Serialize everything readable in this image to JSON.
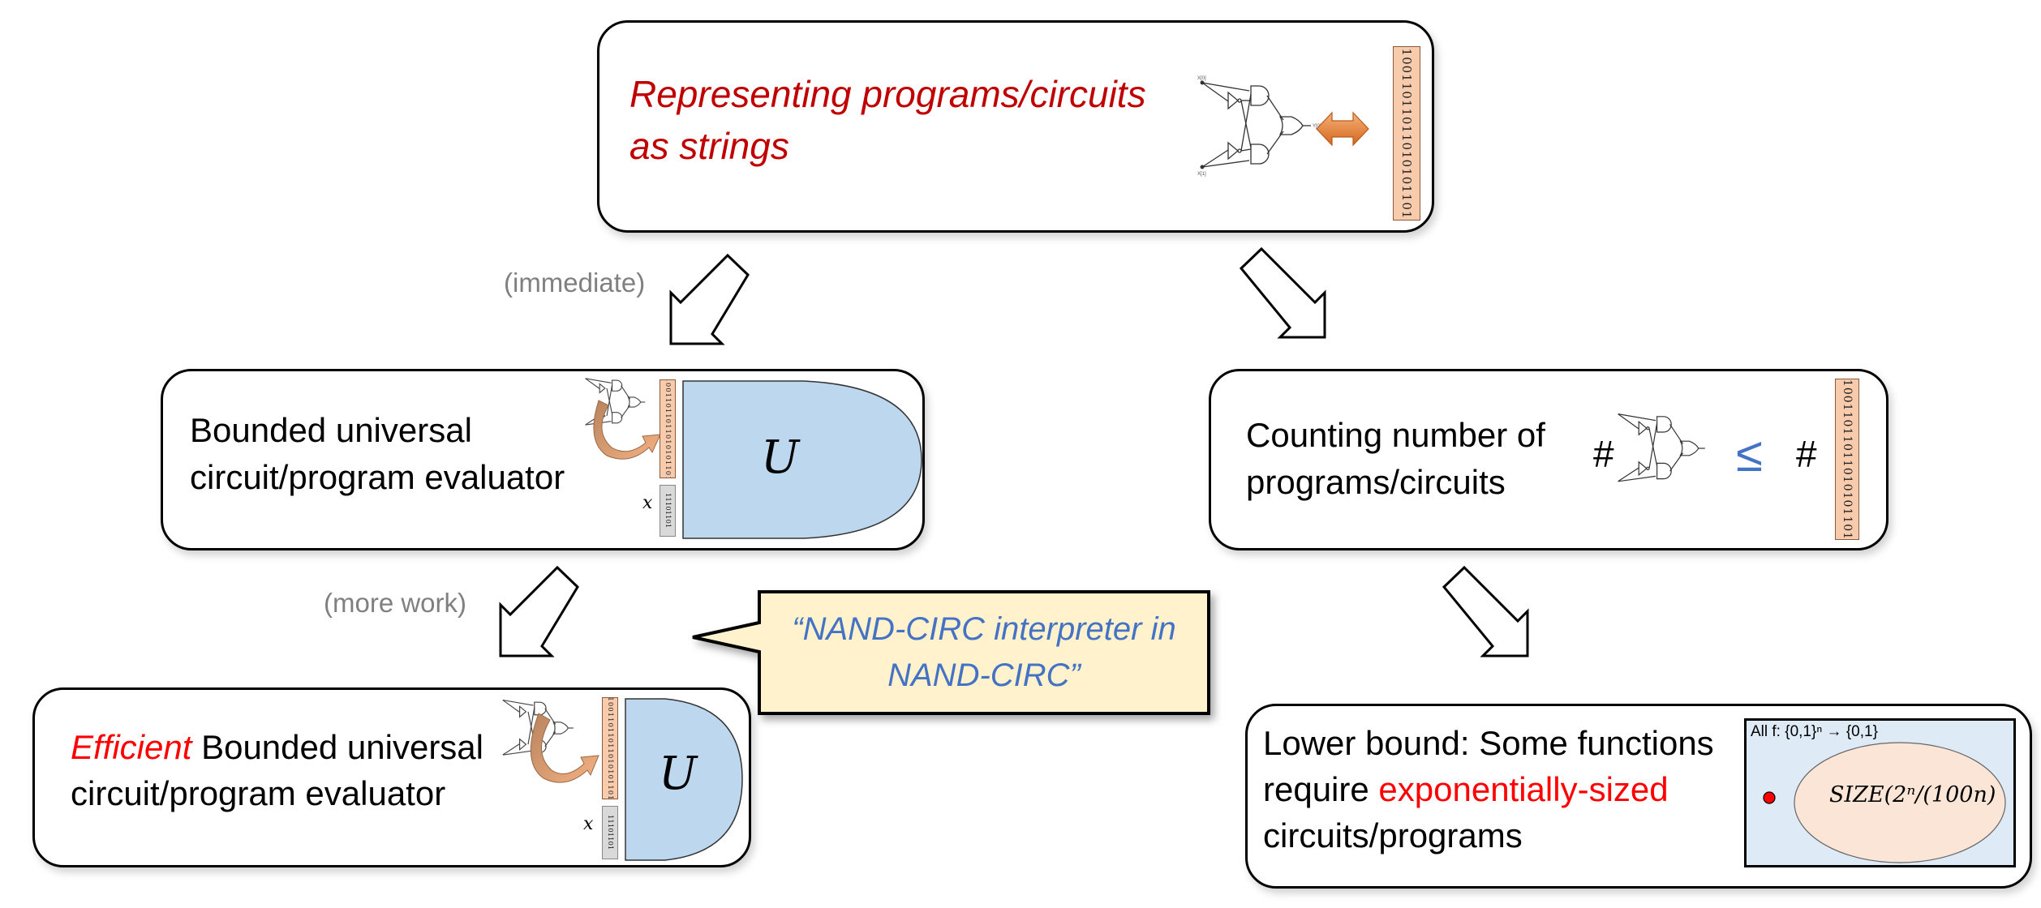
{
  "diagram": {
    "top": {
      "title_line1": "Representing programs/circuits",
      "title_line2": "as strings",
      "bitstring": "0100110110110101011010",
      "title_color": "#c00000",
      "arrow_color": "#e07a2e"
    },
    "edges": {
      "left_top_note": "(immediate)",
      "left_bottom_note": "(more work)"
    },
    "mid_left": {
      "line1": "Bounded universal",
      "line2": "circuit/program evaluator",
      "bitstring": "0100110110110101011010",
      "input_label": "x",
      "input_bits": "11101101",
      "evaluator_label": "U",
      "evaluator_color": "#bdd7ee"
    },
    "mid_right": {
      "line1": "Counting number of",
      "line2": "programs/circuits",
      "hash_left": "#",
      "relation": "≤",
      "hash_right": "#",
      "bitstring": "0100110110110101011010"
    },
    "callout": {
      "line1": "“NAND-CIRC interpreter in",
      "line2": "NAND-CIRC”",
      "bg_color": "#fff2cc",
      "text_color": "#4472c4"
    },
    "bottom_left": {
      "emph": "Efficient",
      "line1_rest": " Bounded universal",
      "line2": "circuit/program evaluator",
      "bitstring": "0100110110110101011010",
      "input_label": "x",
      "input_bits": "11101101",
      "evaluator_label": "U"
    },
    "bottom_right": {
      "line1": "Lower bound: Some functions",
      "line2_pre": "require ",
      "line2_emph": "exponentially-sized",
      "line3": "circuits/programs",
      "venn_outer_label": "All f: {0,1}ⁿ → {0,1}",
      "venn_inner_label": "SIZE(2ⁿ/(100n)",
      "outlier_dot_color": "#ff0000"
    }
  }
}
